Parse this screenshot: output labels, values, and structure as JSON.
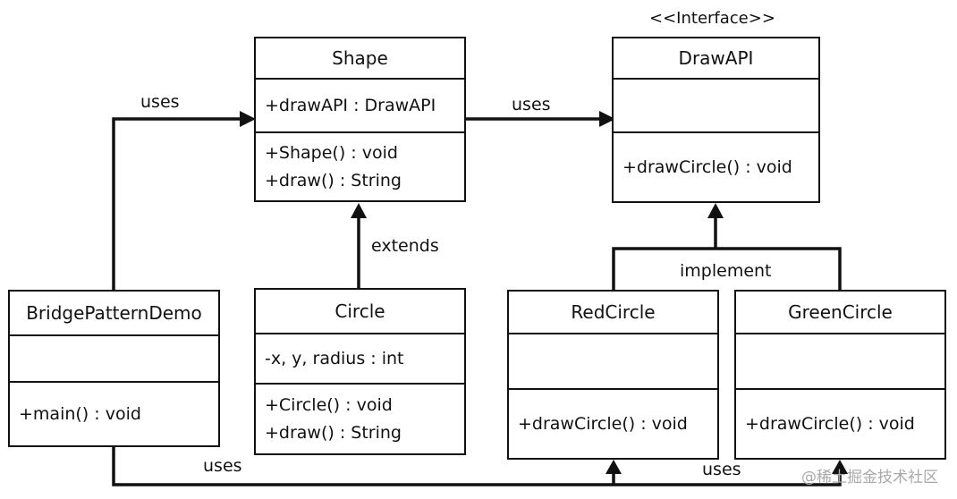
{
  "classes": {
    "shape": {
      "name": "Shape",
      "attributes": [
        "+drawAPI : DrawAPI"
      ],
      "operations": [
        "+Shape() : void",
        "+draw() : String"
      ]
    },
    "draw_api": {
      "stereotype": "<<Interface>>",
      "name": "DrawAPI",
      "attributes": [],
      "operations": [
        "+drawCircle() : void"
      ]
    },
    "bridge_demo": {
      "name": "BridgePatternDemo",
      "attributes": [],
      "operations": [
        "+main() : void"
      ]
    },
    "circle": {
      "name": "Circle",
      "attributes": [
        "-x, y, radius : int"
      ],
      "operations": [
        "+Circle() : void",
        "+draw() : String"
      ]
    },
    "red_circle": {
      "name": "RedCircle",
      "attributes": [],
      "operations": [
        "+drawCircle() : void"
      ]
    },
    "green_circle": {
      "name": "GreenCircle",
      "attributes": [],
      "operations": [
        "+drawCircle() : void"
      ]
    }
  },
  "relations": {
    "demo_uses_shape": "uses",
    "shape_uses_drawapi": "uses",
    "circle_extends_shape": "extends",
    "implement": "implement",
    "demo_uses_red": "uses",
    "demo_uses_green": "uses"
  },
  "watermark": "@稀土掘金技术社区"
}
